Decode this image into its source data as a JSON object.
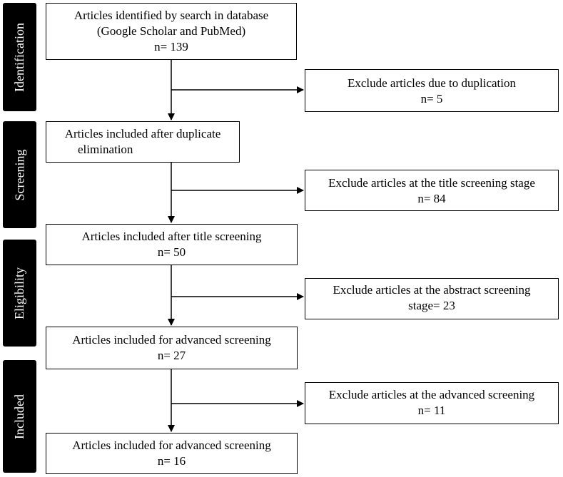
{
  "stages": [
    {
      "label": "Identification"
    },
    {
      "label": "Screening"
    },
    {
      "label": "Eligibility"
    },
    {
      "label": "Included"
    }
  ],
  "boxes": {
    "identified": {
      "lines": [
        "Articles identified by search in database",
        "(Google Scholar and PubMed)",
        "n= 139"
      ]
    },
    "exclude_duplication": {
      "lines": [
        "Exclude articles due to duplication",
        "n= 5"
      ]
    },
    "after_duplicate": {
      "lines": [
        "Articles included after duplicate",
        "elimination"
      ]
    },
    "exclude_title": {
      "lines": [
        "Exclude articles at the title screening stage",
        "n= 84"
      ]
    },
    "after_title": {
      "lines": [
        "Articles included after title screening",
        "n= 50"
      ]
    },
    "exclude_abstract": {
      "lines": [
        "Exclude articles at the abstract screening",
        "stage= 23"
      ]
    },
    "advanced_screening": {
      "lines": [
        "Articles included for advanced screening",
        "n= 27"
      ]
    },
    "exclude_advanced": {
      "lines": [
        "Exclude articles at the advanced screening",
        "n= 11"
      ]
    },
    "final_included": {
      "lines": [
        "Articles included for advanced screening",
        "n= 16"
      ]
    }
  }
}
